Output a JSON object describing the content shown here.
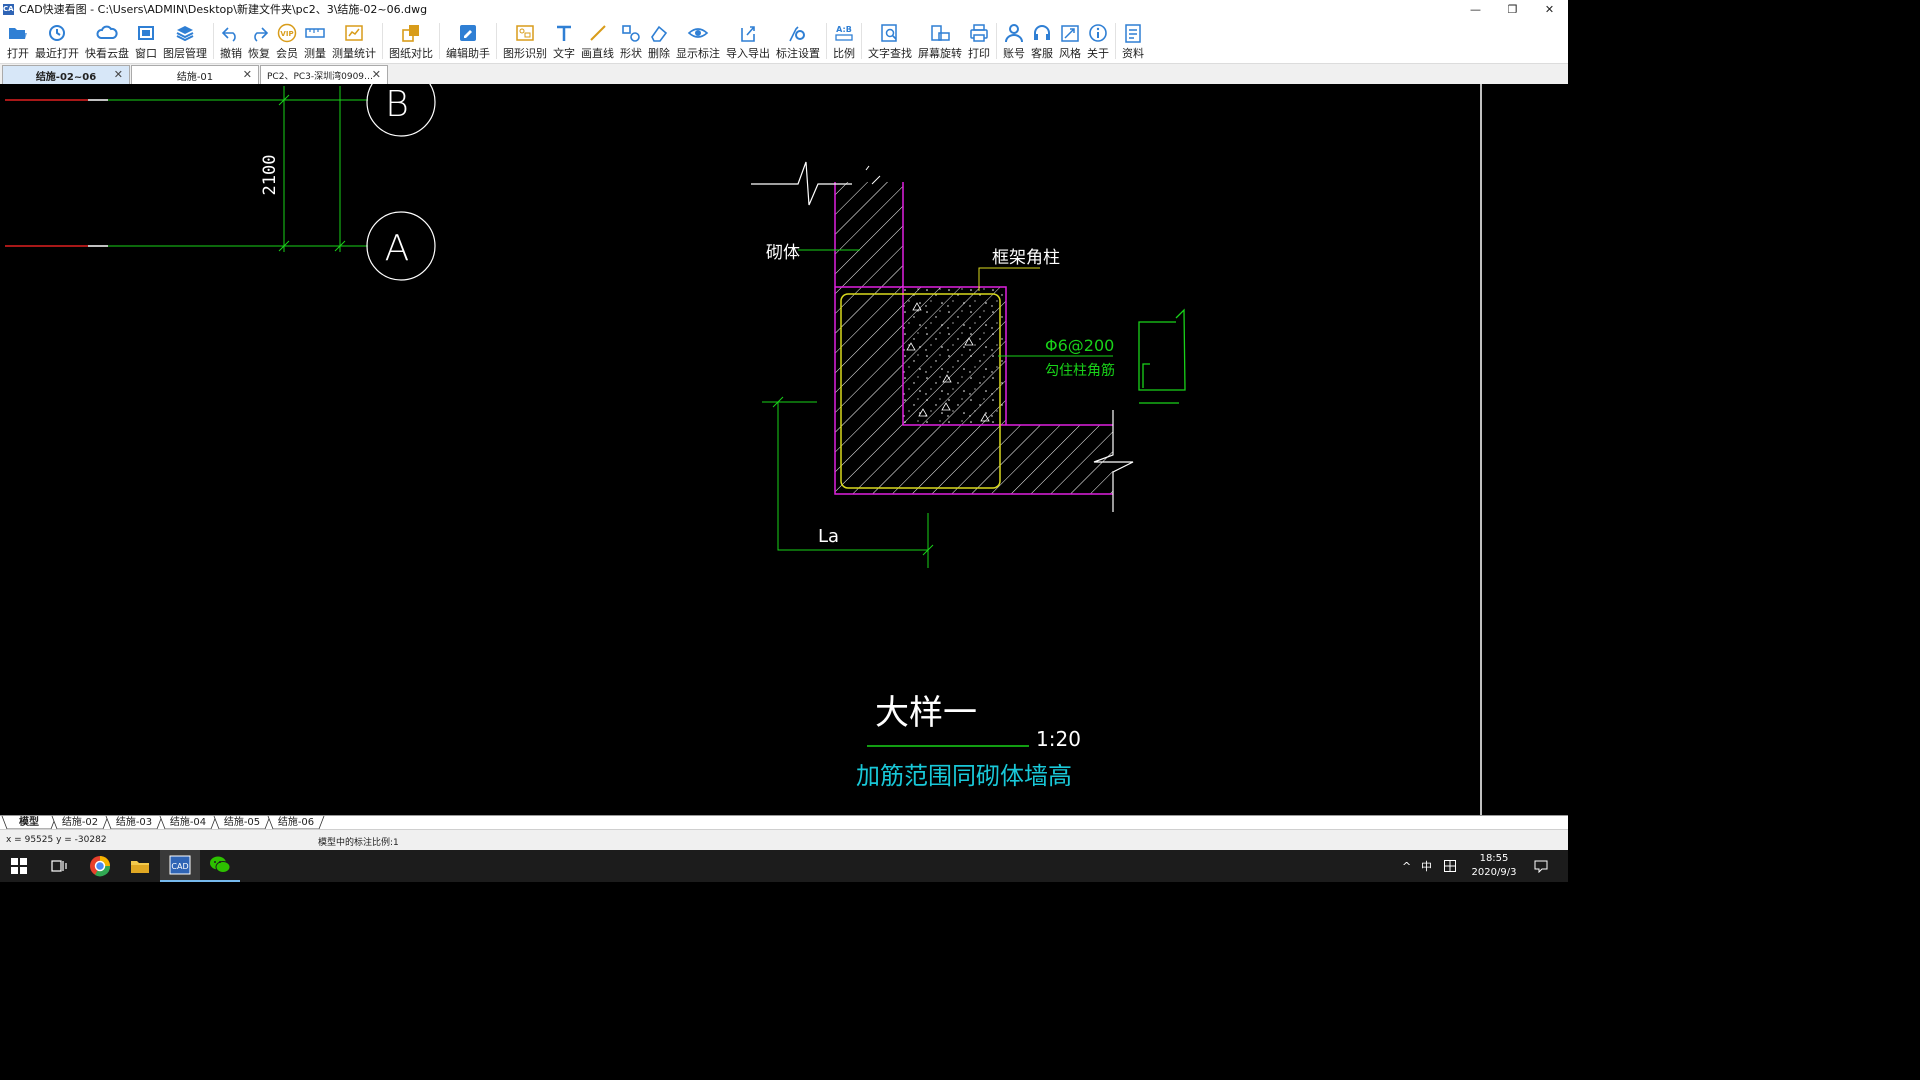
{
  "window": {
    "title": "CAD快速看图 - C:\\Users\\ADMIN\\Desktop\\新建文件夹\\pc2、3\\结施-02~06.dwg",
    "app_icon": "CAD"
  },
  "toolbar": {
    "items": [
      {
        "label": "打开",
        "icon": "folder-open-icon",
        "color": "#2f7fd4"
      },
      {
        "label": "最近打开",
        "icon": "history-icon",
        "color": "#2f7fd4"
      },
      {
        "label": "快看云盘",
        "icon": "cloud-icon",
        "color": "#2f7fd4"
      },
      {
        "label": "窗口",
        "icon": "window-icon",
        "color": "#2f7fd4"
      },
      {
        "label": "图层管理",
        "icon": "layers-icon",
        "color": "#2f7fd4"
      },
      {
        "label": "撤销",
        "icon": "undo-icon",
        "color": "#2f7fd4"
      },
      {
        "label": "恢复",
        "icon": "redo-icon",
        "color": "#2f7fd4"
      },
      {
        "label": "会员",
        "icon": "vip-icon",
        "color": "#d89c1a"
      },
      {
        "label": "测量",
        "icon": "ruler-icon",
        "color": "#2f7fd4"
      },
      {
        "label": "测量统计",
        "icon": "measure-stats-icon",
        "color": "#d89c1a"
      },
      {
        "label": "图纸对比",
        "icon": "compare-icon",
        "color": "#d89c1a"
      },
      {
        "label": "编辑助手",
        "icon": "edit-assistant-icon",
        "color": "#2f7fd4"
      },
      {
        "label": "图形识别",
        "icon": "shape-recognize-icon",
        "color": "#d89c1a"
      },
      {
        "label": "文字",
        "icon": "text-icon",
        "color": "#2f7fd4"
      },
      {
        "label": "画直线",
        "icon": "line-icon",
        "color": "#d89c1a"
      },
      {
        "label": "形状",
        "icon": "shape-icon",
        "color": "#2f7fd4"
      },
      {
        "label": "删除",
        "icon": "eraser-icon",
        "color": "#2f7fd4"
      },
      {
        "label": "显示标注",
        "icon": "eye-icon",
        "color": "#2f7fd4"
      },
      {
        "label": "导入导出",
        "icon": "import-export-icon",
        "color": "#2f7fd4"
      },
      {
        "label": "标注设置",
        "icon": "annotation-settings-icon",
        "color": "#2f7fd4"
      },
      {
        "label": "比例",
        "icon": "scale-icon",
        "color": "#2f7fd4"
      },
      {
        "label": "文字查找",
        "icon": "text-search-icon",
        "color": "#2f7fd4"
      },
      {
        "label": "屏幕旋转",
        "icon": "rotate-screen-icon",
        "color": "#2f7fd4"
      },
      {
        "label": "打印",
        "icon": "printer-icon",
        "color": "#2f7fd4"
      },
      {
        "label": "账号",
        "icon": "user-icon",
        "color": "#2f7fd4"
      },
      {
        "label": "客服",
        "icon": "headset-icon",
        "color": "#2f7fd4"
      },
      {
        "label": "风格",
        "icon": "style-icon",
        "color": "#2f7fd4"
      },
      {
        "label": "关于",
        "icon": "info-icon",
        "color": "#2f7fd4"
      },
      {
        "label": "资料",
        "icon": "documents-icon",
        "color": "#2f7fd4"
      }
    ]
  },
  "tabs": [
    {
      "label": "结施-02~06",
      "active": true
    },
    {
      "label": "结施-01",
      "active": false
    },
    {
      "label": "PC2、PC3-深圳湾0909…",
      "active": false
    }
  ],
  "drawing": {
    "grid_b": "B",
    "grid_a": "A",
    "dim_2100": "2100",
    "label_masonry": "砌体",
    "label_corner_column": "框架角柱",
    "rebar_spec": "Φ6@200",
    "rebar_desc": "勾住柱角筋",
    "label_la": "La",
    "detail_title": "大样一",
    "detail_scale": "1:20",
    "detail_note": "加筋范围同砌体墙高",
    "colors": {
      "green": "#19d219",
      "magenta": "#e020e0",
      "yellow": "#dada1e",
      "white": "#ffffff",
      "red": "#e02020",
      "cyan": "#19c8d8"
    }
  },
  "layout_tabs": [
    "模型",
    "结施-02",
    "结施-03",
    "结施-04",
    "结施-05",
    "结施-06"
  ],
  "status": {
    "coords": "x = 95525  y = -30282",
    "scale_text": "模型中的标注比例:1"
  },
  "taskbar": {
    "ime": "中",
    "time": "18:55",
    "date": "2020/9/3"
  }
}
